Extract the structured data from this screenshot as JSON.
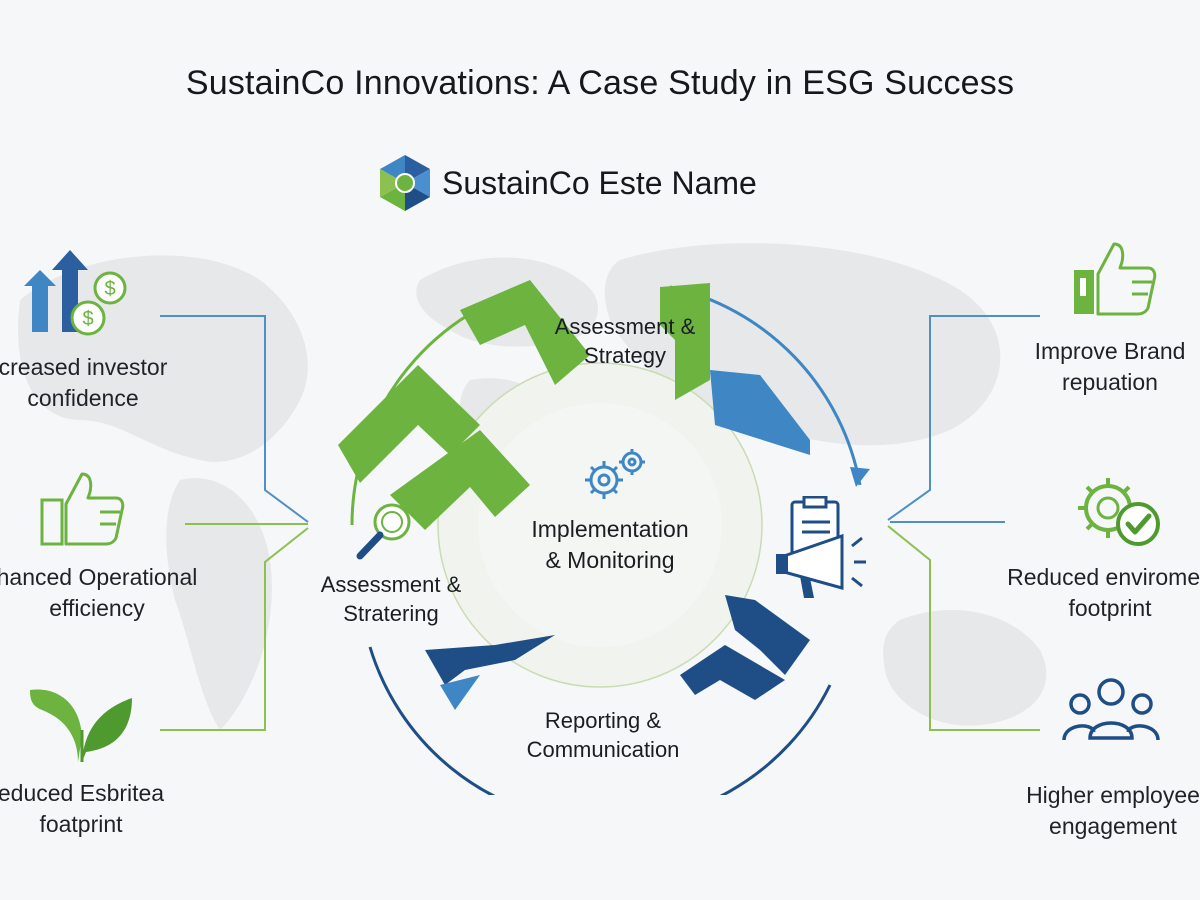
{
  "title": "SustainCo Innovations: A Case Study in ESG Success",
  "brand": {
    "name": "SustainCo Este Name",
    "logo_icon": "sustainco-logo-icon"
  },
  "colors": {
    "green": "#6cb33f",
    "blue": "#3f86c4",
    "navy": "#1f4e86",
    "line_blue": "#4f8fc7",
    "line_green": "#8cc152",
    "text": "#1f2328"
  },
  "cycle": {
    "top": {
      "line1": "Assessment &",
      "line2": "Strategy"
    },
    "left": {
      "line1": "Assessment &",
      "line2": "Stratering",
      "icon": "magnifier-icon"
    },
    "center": {
      "line1": "Implementation",
      "line2": "& Monitoring",
      "icon": "gears-icon"
    },
    "right": {
      "icon": "megaphone-clipboard-icon"
    },
    "bottom": {
      "line1": "Reporting &",
      "line2": "Communication"
    }
  },
  "benefits_left": [
    {
      "line1": "creased investor",
      "line2": "confidence",
      "icon": "growth-arrows-dollar-icon"
    },
    {
      "line1": "hanced Operational",
      "line2": "efficiency",
      "icon": "thumbs-up-icon"
    },
    {
      "line1": "educed Esbritea",
      "line2": "foatprint",
      "icon": "leaf-icon"
    }
  ],
  "benefits_right": [
    {
      "line1": "Improve Brand",
      "line2": "repuation",
      "icon": "thumbs-up-icon"
    },
    {
      "line1": "Reduced enviromen",
      "line2": "footprint",
      "icon": "gear-check-icon"
    },
    {
      "line1": "Higher employee",
      "line2": "engagement",
      "icon": "people-group-icon"
    }
  ]
}
